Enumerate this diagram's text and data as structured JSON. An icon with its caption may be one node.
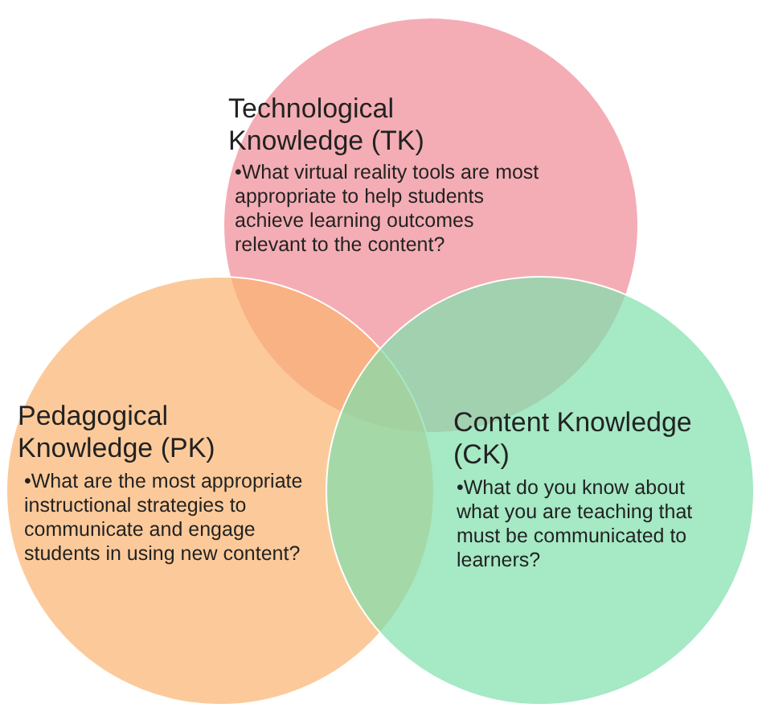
{
  "diagram": {
    "nodes": [
      {
        "text": [
          "Technological Knowledge (TK)",
          "•What virtual reality tools are most appropriate to help students achieve learning outcomes relevant to the content?"
        ]
      },
      {
        "text": [
          "Pedagogical Knowledge (PK)",
          "•What are the most appropriate instructional strategies to communicate and engage students in using new content?"
        ]
      },
      {
        "text": [
          "Content Knowledge (CK)",
          "•What do you know about what you are teaching that must be communicated to learners?"
        ]
      }
    ],
    "edges": []
  }
}
